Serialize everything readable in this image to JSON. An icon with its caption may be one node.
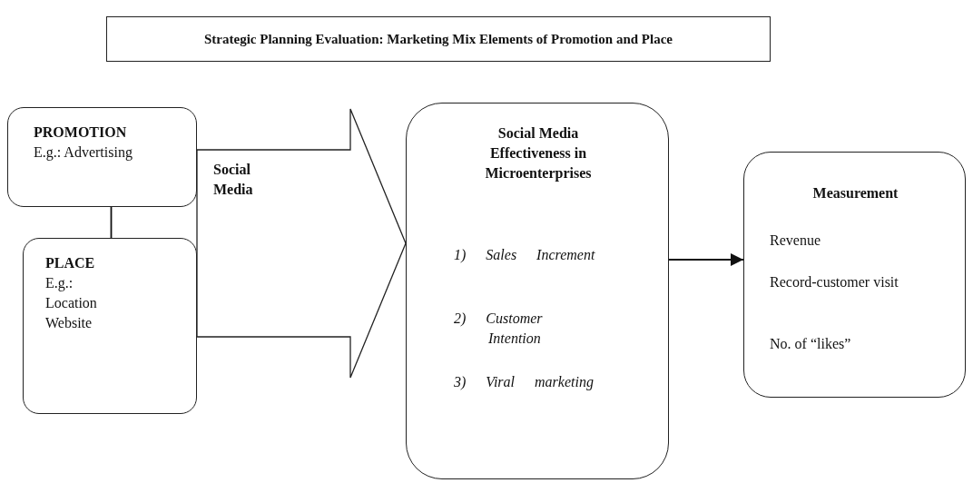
{
  "diagram": {
    "title": "Strategic Planning Evaluation: Marketing Mix Elements of Promotion and Place",
    "nodes": [
      {
        "text": [
          "PROMOTION",
          "E.g.: Advertising"
        ]
      },
      {
        "text": [
          "PLACE",
          "E.g.: Location Website"
        ]
      },
      {
        "text": [
          "Social Media Effectiveness in Microenterprises",
          "1) Sales Increment",
          "2) Customer Intention",
          "3) Viral marketing"
        ]
      },
      {
        "text": [
          "Measurement",
          "Revenue",
          "Record-customer visit",
          "No. of “likes”"
        ]
      }
    ],
    "edges": [
      {
        "from": 0,
        "to": 1,
        "arrow": "none"
      },
      {
        "from": 0,
        "to": 2,
        "arrow": "to",
        "label": "Social Media",
        "style": "thick"
      },
      {
        "from": 1,
        "to": 2,
        "arrow": "to",
        "style": "thick"
      },
      {
        "from": 2,
        "to": 3,
        "arrow": "to"
      }
    ]
  }
}
